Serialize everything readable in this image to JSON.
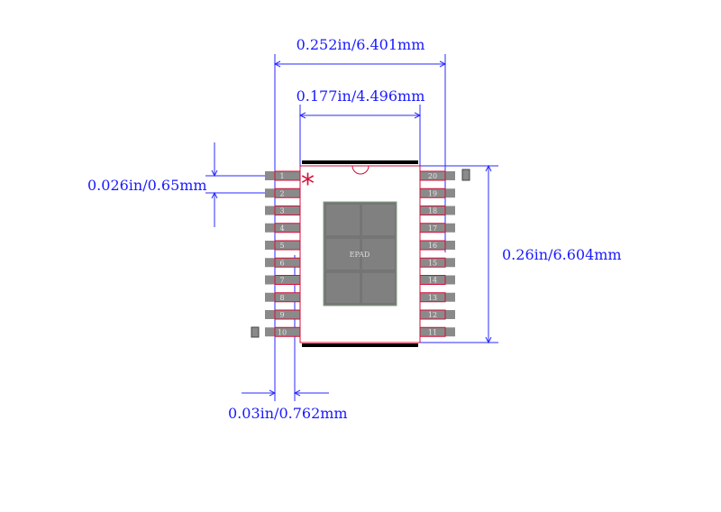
{
  "dimensions": {
    "overall_width": "0.252in/6.401mm",
    "body_width": "0.177in/4.496mm",
    "pitch": "0.026in/0.65mm",
    "body_length": "0.26in/6.604mm",
    "pad_length": "0.03in/0.762mm"
  },
  "pins_left": [
    "1",
    "2",
    "3",
    "4",
    "5",
    "6",
    "7",
    "8",
    "9",
    "10"
  ],
  "pins_right": [
    "20",
    "19",
    "18",
    "17",
    "16",
    "15",
    "14",
    "13",
    "12",
    "11"
  ],
  "epad_label": "EPAD",
  "pin1_marker": "*",
  "colors": {
    "dimension": "#1a1aff",
    "outline": "#d0103a",
    "pad": "#8a8a8a",
    "epad": "#757575"
  }
}
